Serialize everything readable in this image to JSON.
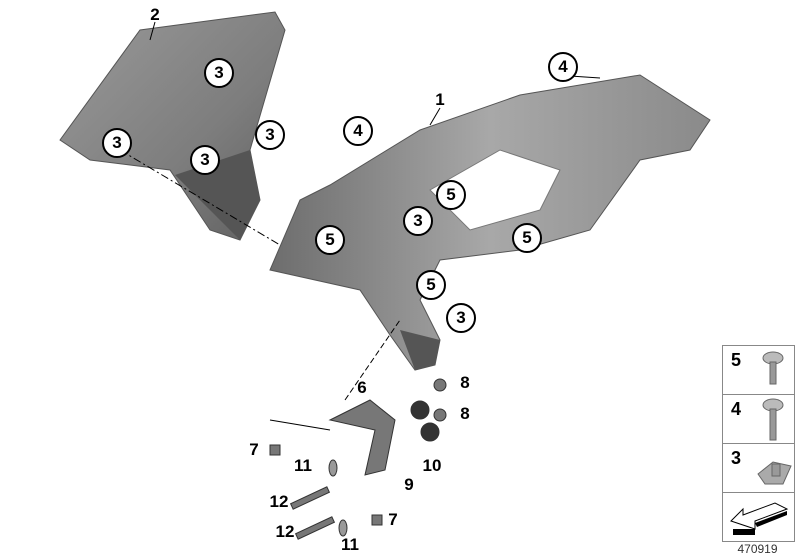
{
  "callouts_circled": [
    {
      "label": "3",
      "part": "clip-nut"
    },
    {
      "label": "3",
      "part": "clip-nut"
    },
    {
      "label": "3",
      "part": "clip-nut"
    },
    {
      "label": "3",
      "part": "clip-nut"
    },
    {
      "label": "4",
      "part": "screw-long"
    },
    {
      "label": "4",
      "part": "screw-long"
    },
    {
      "label": "5",
      "part": "screw-short"
    },
    {
      "label": "3",
      "part": "clip-nut"
    },
    {
      "label": "5",
      "part": "screw-short"
    },
    {
      "label": "5",
      "part": "screw-short"
    },
    {
      "label": "5",
      "part": "screw-short"
    },
    {
      "label": "3",
      "part": "clip-nut"
    }
  ],
  "callouts_plain": [
    "2",
    "1",
    "6",
    "8",
    "8",
    "7",
    "11",
    "10",
    "9",
    "12",
    "7",
    "12",
    "11"
  ],
  "legend": [
    {
      "label": "5",
      "icon": "short-screw-icon"
    },
    {
      "label": "4",
      "icon": "long-screw-icon"
    },
    {
      "label": "3",
      "icon": "clip-nut-icon"
    },
    {
      "label": "",
      "icon": "arrow-icon"
    }
  ],
  "diagram_number": "470919"
}
